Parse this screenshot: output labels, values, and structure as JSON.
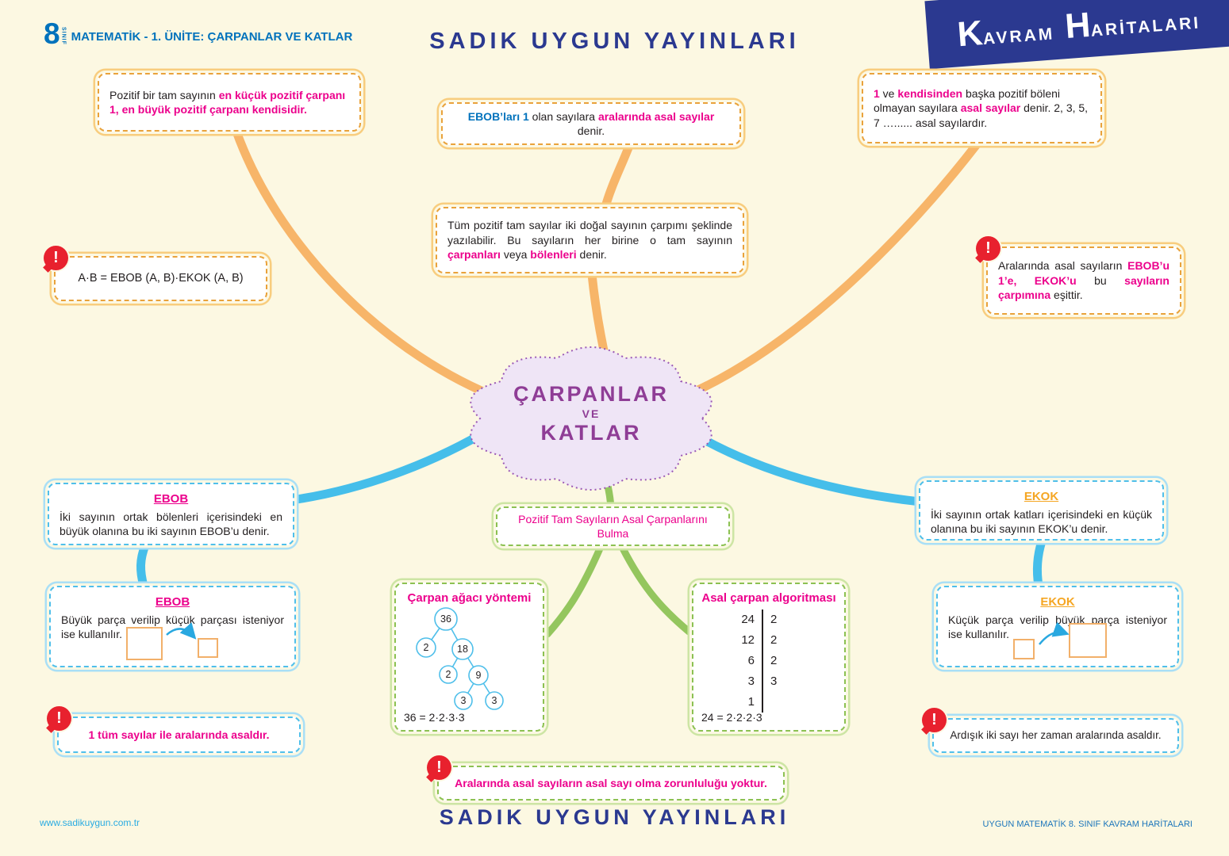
{
  "colors": {
    "background": "#FCF8E2",
    "pink_accent": "#EC008C",
    "blue_accent": "#0072BC",
    "dark_blue": "#2B3990",
    "orange_branch": "#F7B569",
    "blue_branch": "#45BEEA",
    "green_branch": "#94C65E",
    "purple_cloud": "#8F3D96",
    "red_badge": "#E8212E"
  },
  "header": {
    "grade_number": "8",
    "grade_label": "SINIF",
    "unit_title": "MATEMATİK - 1. ÜNİTE: ÇARPANLAR VE KATLAR",
    "publisher": "SADIK UYGUN YAYINLARI",
    "banner_k": "K",
    "banner_avram": "AVRAM",
    "banner_h": "H",
    "banner_aritalari": "ARİTALARI"
  },
  "cloud": {
    "line1": "ÇARPANLAR",
    "line2": "VE",
    "line3": "KATLAR"
  },
  "boxes": {
    "top_left": {
      "p0": "Pozitif bir tam sayının ",
      "p1": "en küçük pozitif çarpanı 1, en büyük pozitif çarpanı kendisidir."
    },
    "top_center": {
      "p0": "EBOB’ları 1",
      "p1": " olan sayılara ",
      "p2": "aralarında asal sayılar",
      "p3": " denir."
    },
    "top_right": {
      "p0": "1",
      "p1": " ve ",
      "p2": "kendisinden",
      "p3": " başka pozitif böleni olmayan sayılara ",
      "p4": "asal sayılar",
      "p5": " denir. 2, 3, 5, 7 …...... asal sayılardır."
    },
    "mid_center": {
      "p0": "Tüm pozitif tam sayılar iki doğal sayının çarpımı şeklinde yazılabilir. Bu sayıların her birine o tam sayının ",
      "p1": "çarpanları",
      "p2": " veya ",
      "p3": "bölenleri",
      "p4": " denir."
    },
    "warn_ab": {
      "text": "A·B = EBOB (A, B)·EKOK (A, B)"
    },
    "warn_right": {
      "p0": "Aralarında asal sayıların ",
      "p1": "EBOB’u 1’e, EKOK’u",
      "p2": " bu ",
      "p3": "sayıların çarpımına",
      "p4": " eşittir."
    },
    "ebob_def": {
      "title": "EBOB",
      "body": "İki sayının ortak bölenleri içerisindeki en büyük olanına bu iki sayının EBOB’u denir."
    },
    "ebob_use": {
      "title": "EBOB",
      "body": "Büyük parça verilip küçük parçası isteniyor ise kullanılır."
    },
    "warn_one_coprime": {
      "text": "1 tüm sayılar ile aralarında asaldır."
    },
    "prime_factors": {
      "text": "Pozitif Tam Sayıların Asal Çarpanlarını Bulma"
    },
    "factor_tree": {
      "title": "Çarpan ağacı yöntemi",
      "nodes": [
        "36",
        "2",
        "18",
        "2",
        "9",
        "3",
        "3"
      ],
      "result": "36 = 2·2·3·3"
    },
    "algorithm": {
      "title": "Asal çarpan algoritması",
      "rows": [
        [
          "24",
          "2"
        ],
        [
          "12",
          "2"
        ],
        [
          "6",
          "2"
        ],
        [
          "3",
          "3"
        ],
        [
          "1",
          ""
        ]
      ],
      "result": "24 = 2·2·2·3"
    },
    "warn_bottom": {
      "text": "Aralarında asal sayıların asal sayı olma zorunluluğu yoktur."
    },
    "ekok_def": {
      "title": "EKOK",
      "body": "İki sayının ortak katları içerisindeki en küçük olanına bu iki sayının EKOK’u denir."
    },
    "ekok_use": {
      "title": "EKOK",
      "body": "Küçük parça verilip büyük parça isteniyor ise kullanılır."
    },
    "warn_consecutive": {
      "text": "Ardışık iki sayı her zaman aralarında asaldır."
    }
  },
  "footer": {
    "website": "www.sadikuygun.com.tr",
    "publisher": "SADIK UYGUN YAYINLARI",
    "edition": "UYGUN MATEMATİK 8. SINIF KAVRAM HARİTALARI"
  }
}
